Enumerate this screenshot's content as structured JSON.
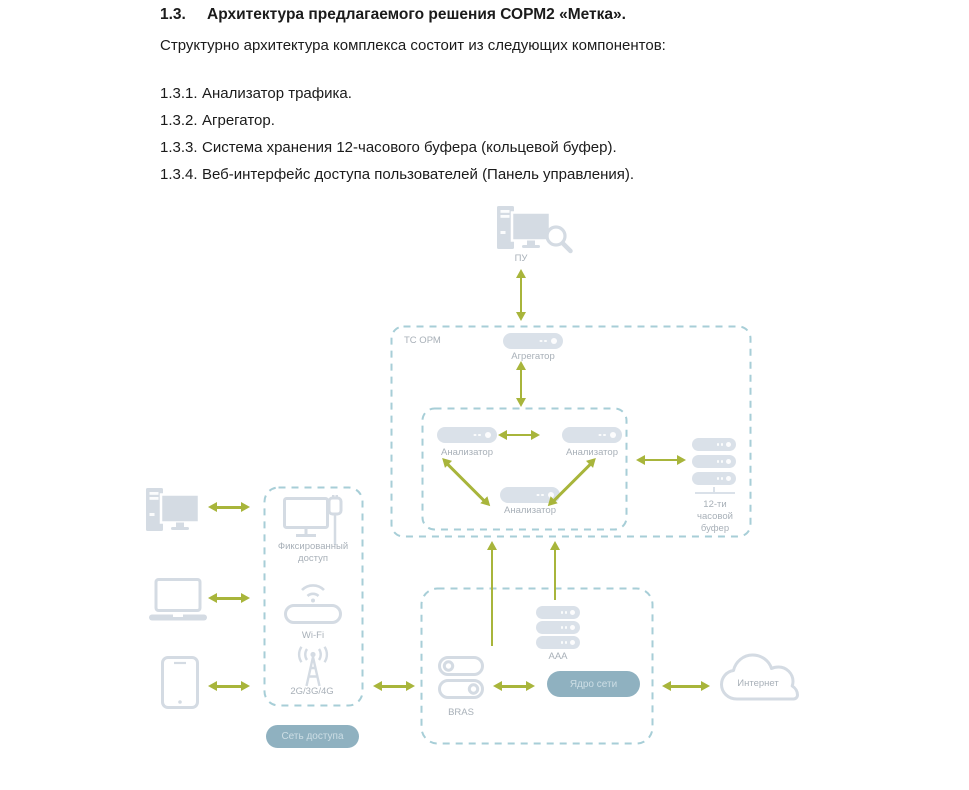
{
  "page": {
    "heading_number": "1.3.",
    "heading_text": "Архитектура предлагаемого решения СОРМ2 «Метка».",
    "intro": "Структурно архитектура комплекса состоит из следующих компонентов:",
    "list": [
      {
        "num": "1.3.1.",
        "text": "Анализатор трафика."
      },
      {
        "num": "1.3.2.",
        "text": "Агрегатор."
      },
      {
        "num": "1.3.3.",
        "text": "Система хранения 12-часового буфера (кольцевой буфер)."
      },
      {
        "num": "1.3.4.",
        "text": "Веб-интерфейс доступа пользователей (Панель управления)."
      }
    ]
  },
  "diagram": {
    "pu": "ПУ",
    "tsorm": "ТС ОРМ",
    "aggregator": "Агрегатор",
    "analyzer": "Анализатор",
    "buffer_line1": "12-ти",
    "buffer_line2": "часовой",
    "buffer_line3": "буфер",
    "fixed_access_line1": "Фиксированный",
    "fixed_access_line2": "доступ",
    "wifi": "Wi-Fi",
    "mobile": "2G/3G/4G",
    "access_network": "Сеть доступа",
    "bras": "BRAS",
    "aaa": "AAA",
    "core": "Ядро сети",
    "internet": "Интернет"
  },
  "colors": {
    "arrow": "#a8b53b",
    "dashed_border": "#a7ced7",
    "icon_fill": "#d4dbe3",
    "server_fill": "#dae1e9",
    "label_text": "#a8b0b8",
    "pill_bg": "#8fb1c0",
    "pill_text": "#cddee5",
    "doc_text": "#1b1b1b"
  }
}
